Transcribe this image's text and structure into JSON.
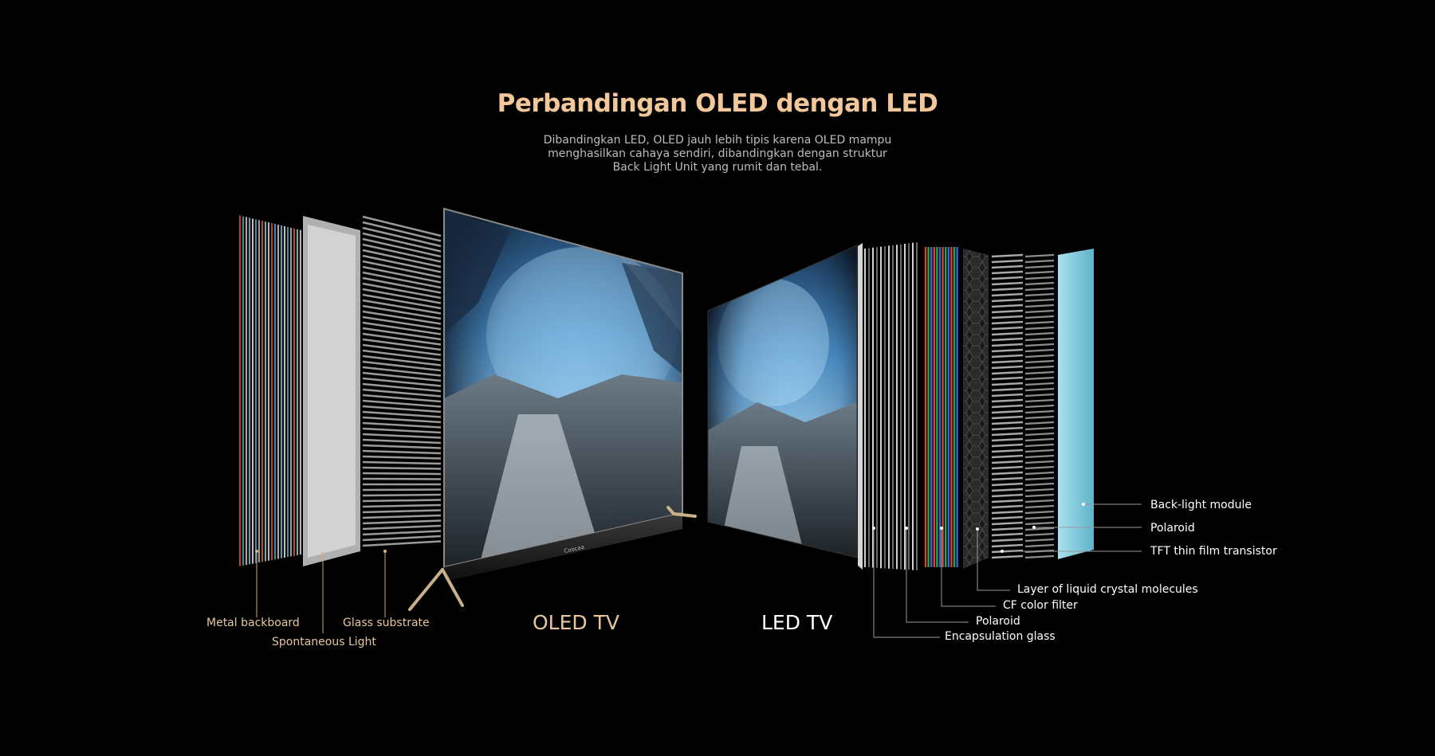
{
  "header": {
    "title": "Perbandingan OLED dengan LED",
    "subtitle_lines": [
      "Dibandingkan LED, OLED jauh lebih tipis karena OLED mampu",
      "menghasilkan cahaya sendiri, dibandingkan dengan struktur",
      "Back Light Unit yang rumit dan tebal."
    ]
  },
  "oled": {
    "name": "OLED TV",
    "brand": "Coocaa",
    "labels": {
      "metal_backboard": "Metal backboard",
      "spontaneous_light": "Spontaneous Light",
      "glass_substrate": "Glass substrate"
    }
  },
  "led": {
    "name": "LED TV",
    "labels": {
      "backlight_module": "Back-light module",
      "polaroid_top": "Polaroid",
      "tft": "TFT thin film transistor",
      "liquid_crystal": "Layer of liquid crystal molecules",
      "cf_filter": "CF color filter",
      "polaroid_bottom": "Polaroid",
      "encapsulation_glass": "Encapsulation glass"
    }
  },
  "colors": {
    "background": "#000000",
    "title": "#f2c79a",
    "subtitle": "#bdbdbd",
    "oled_label": "#e8c7a0",
    "led_label": "#ffffff",
    "leader_oled": "#c9a77f",
    "leader_led": "#9a9a9a"
  }
}
